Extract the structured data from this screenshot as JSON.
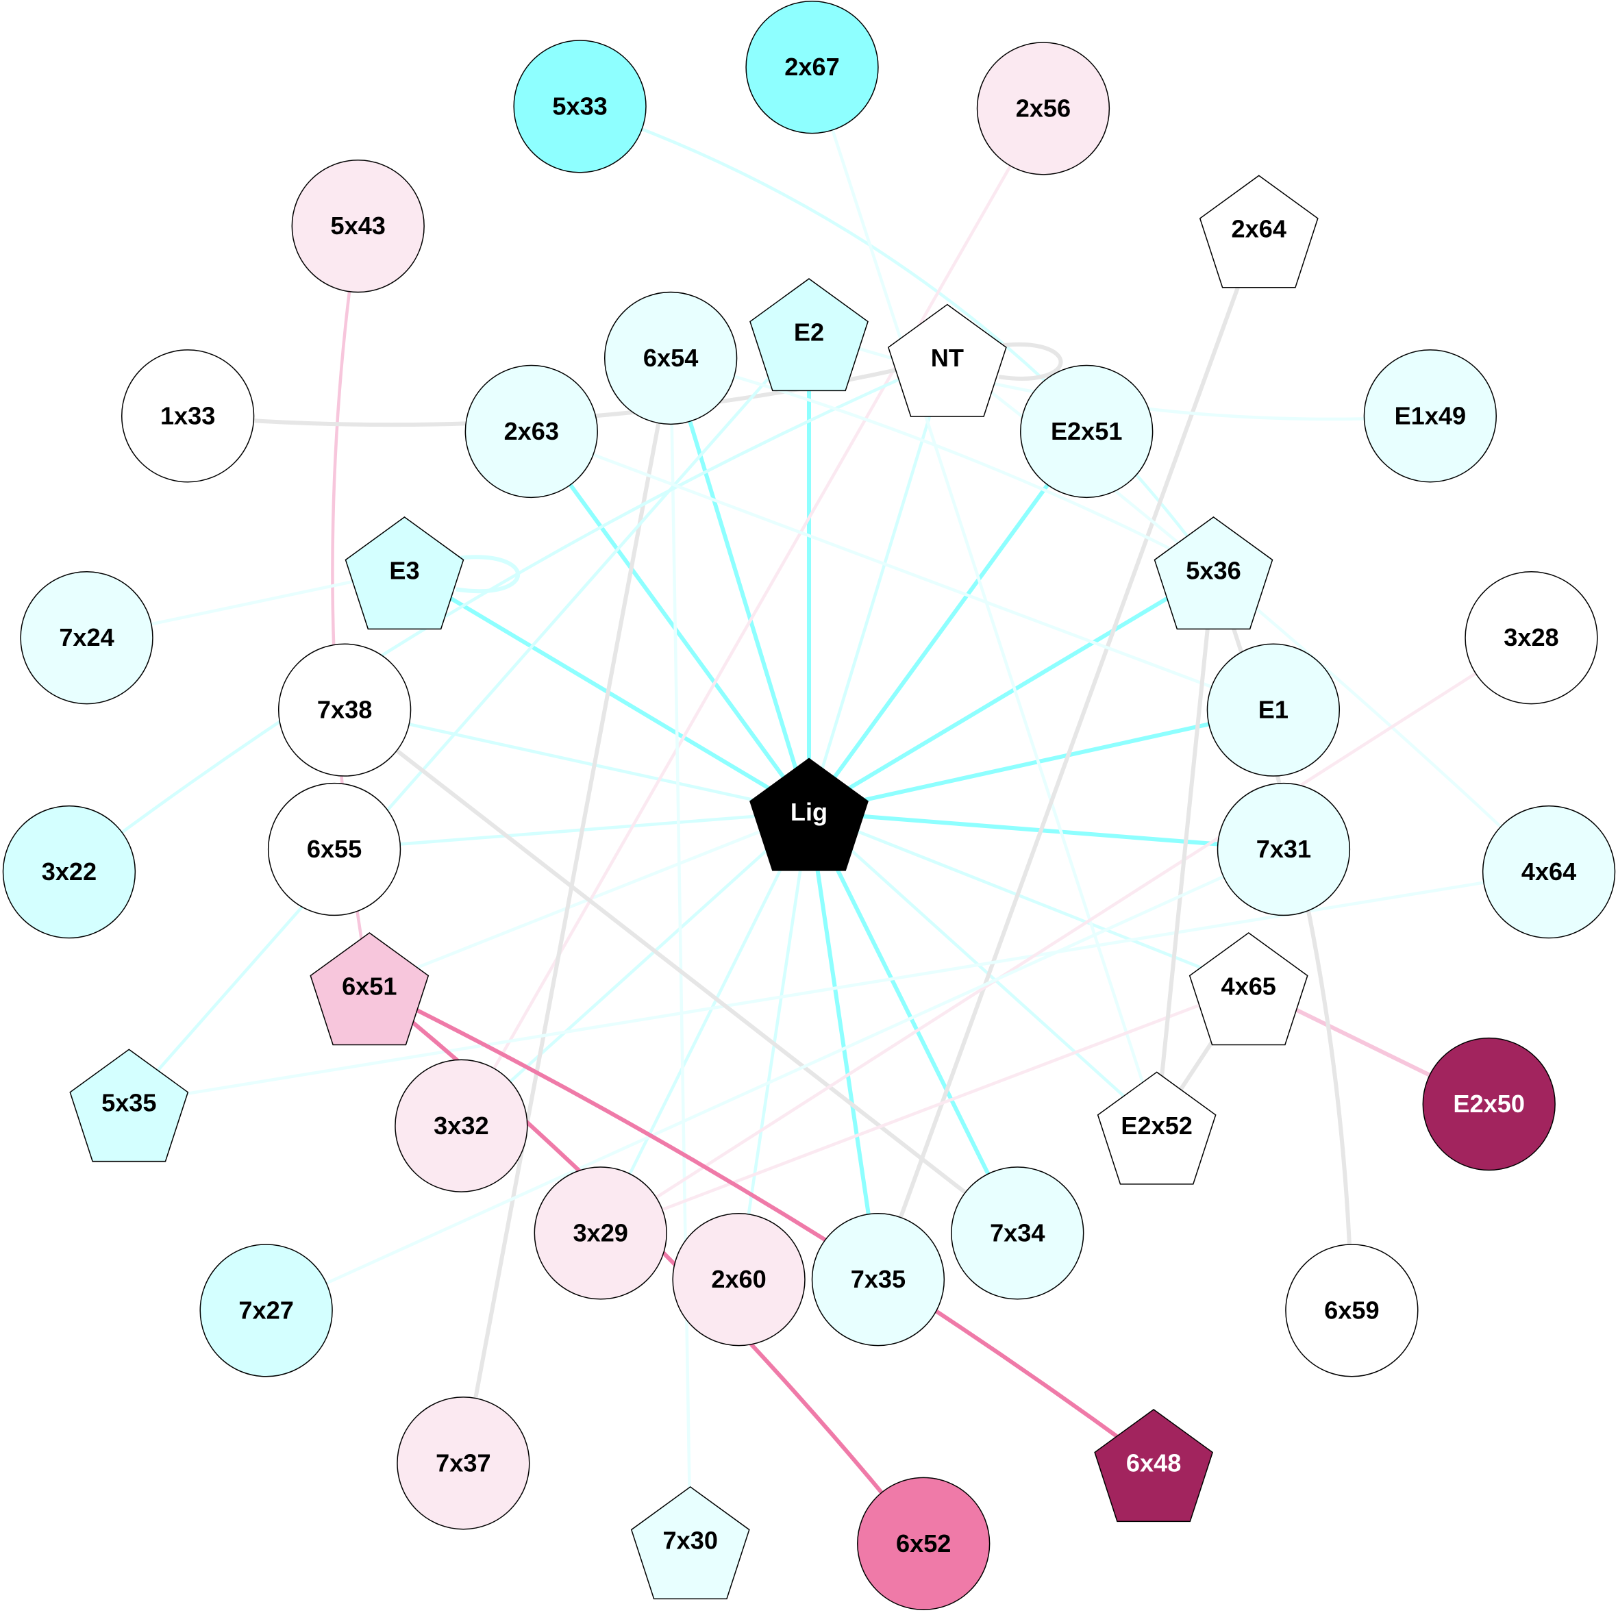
{
  "colors": {
    "strong_cyan": "#8effff",
    "mid_cyan": "#d4ffff",
    "light_cyan": "#e8ffff",
    "gray": "#e6e6e6",
    "light_pink": "#fbe9f1",
    "pink": "#f7c6dc",
    "hot_pink": "#ef7aa8",
    "magenta": "#a2245e"
  },
  "nodes": [
    {
      "id": "Lig",
      "label": "Lig",
      "shape": "pentagon",
      "fill": "#000000",
      "text": "#ffffff"
    },
    {
      "id": "5x33",
      "label": "5x33",
      "shape": "circle",
      "fill": "#8effff",
      "text": "#000000"
    },
    {
      "id": "2x67",
      "label": "2x67",
      "shape": "circle",
      "fill": "#8effff",
      "text": "#000000"
    },
    {
      "id": "2x56",
      "label": "2x56",
      "shape": "circle",
      "fill": "#fbe9f1",
      "text": "#000000"
    },
    {
      "id": "5x43",
      "label": "5x43",
      "shape": "circle",
      "fill": "#fbe9f1",
      "text": "#000000"
    },
    {
      "id": "2x64",
      "label": "2x64",
      "shape": "pentagon",
      "fill": "#ffffff",
      "text": "#000000"
    },
    {
      "id": "6x54",
      "label": "6x54",
      "shape": "circle",
      "fill": "#e8ffff",
      "text": "#000000"
    },
    {
      "id": "E2",
      "label": "E2",
      "shape": "pentagon",
      "fill": "#d4ffff",
      "text": "#000000"
    },
    {
      "id": "NT",
      "label": "NT",
      "shape": "pentagon",
      "fill": "#ffffff",
      "text": "#000000"
    },
    {
      "id": "1x33",
      "label": "1x33",
      "shape": "circle",
      "fill": "#ffffff",
      "text": "#000000"
    },
    {
      "id": "2x63",
      "label": "2x63",
      "shape": "circle",
      "fill": "#e8ffff",
      "text": "#000000"
    },
    {
      "id": "E2x51",
      "label": "E2x51",
      "shape": "circle",
      "fill": "#e8ffff",
      "text": "#000000"
    },
    {
      "id": "E1x49",
      "label": "E1x49",
      "shape": "circle",
      "fill": "#e8ffff",
      "text": "#000000"
    },
    {
      "id": "E3",
      "label": "E3",
      "shape": "pentagon",
      "fill": "#d4ffff",
      "text": "#000000"
    },
    {
      "id": "5x36",
      "label": "5x36",
      "shape": "pentagon",
      "fill": "#e8ffff",
      "text": "#000000"
    },
    {
      "id": "7x24",
      "label": "7x24",
      "shape": "circle",
      "fill": "#e8ffff",
      "text": "#000000"
    },
    {
      "id": "3x28",
      "label": "3x28",
      "shape": "circle",
      "fill": "#ffffff",
      "text": "#000000"
    },
    {
      "id": "7x38",
      "label": "7x38",
      "shape": "circle",
      "fill": "#ffffff",
      "text": "#000000"
    },
    {
      "id": "E1",
      "label": "E1",
      "shape": "circle",
      "fill": "#e8ffff",
      "text": "#000000"
    },
    {
      "id": "3x22",
      "label": "3x22",
      "shape": "circle",
      "fill": "#d4ffff",
      "text": "#000000"
    },
    {
      "id": "6x55",
      "label": "6x55",
      "shape": "circle",
      "fill": "#ffffff",
      "text": "#000000"
    },
    {
      "id": "7x31",
      "label": "7x31",
      "shape": "circle",
      "fill": "#e8ffff",
      "text": "#000000"
    },
    {
      "id": "4x64",
      "label": "4x64",
      "shape": "circle",
      "fill": "#e8ffff",
      "text": "#000000"
    },
    {
      "id": "6x51",
      "label": "6x51",
      "shape": "pentagon",
      "fill": "#f7c6dc",
      "text": "#000000"
    },
    {
      "id": "4x65",
      "label": "4x65",
      "shape": "pentagon",
      "fill": "#ffffff",
      "text": "#000000"
    },
    {
      "id": "5x35",
      "label": "5x35",
      "shape": "pentagon",
      "fill": "#d4ffff",
      "text": "#000000"
    },
    {
      "id": "E2x50",
      "label": "E2x50",
      "shape": "circle",
      "fill": "#a2245e",
      "text": "#ffffff"
    },
    {
      "id": "3x32",
      "label": "3x32",
      "shape": "circle",
      "fill": "#fbe9f1",
      "text": "#000000"
    },
    {
      "id": "E2x52",
      "label": "E2x52",
      "shape": "pentagon",
      "fill": "#ffffff",
      "text": "#000000"
    },
    {
      "id": "3x29",
      "label": "3x29",
      "shape": "circle",
      "fill": "#fbe9f1",
      "text": "#000000"
    },
    {
      "id": "7x34",
      "label": "7x34",
      "shape": "circle",
      "fill": "#e8ffff",
      "text": "#000000"
    },
    {
      "id": "2x60",
      "label": "2x60",
      "shape": "circle",
      "fill": "#fbe9f1",
      "text": "#000000"
    },
    {
      "id": "7x35",
      "label": "7x35",
      "shape": "circle",
      "fill": "#e8ffff",
      "text": "#000000"
    },
    {
      "id": "7x27",
      "label": "7x27",
      "shape": "circle",
      "fill": "#d4ffff",
      "text": "#000000"
    },
    {
      "id": "6x59",
      "label": "6x59",
      "shape": "circle",
      "fill": "#ffffff",
      "text": "#000000"
    },
    {
      "id": "7x37",
      "label": "7x37",
      "shape": "circle",
      "fill": "#fbe9f1",
      "text": "#000000"
    },
    {
      "id": "6x48",
      "label": "6x48",
      "shape": "pentagon",
      "fill": "#a2245e",
      "text": "#ffffff"
    },
    {
      "id": "7x30",
      "label": "7x30",
      "shape": "pentagon",
      "fill": "#e8ffff",
      "text": "#000000"
    },
    {
      "id": "6x52",
      "label": "6x52",
      "shape": "circle",
      "fill": "#ef7aa8",
      "text": "#000000"
    }
  ],
  "edges": [
    {
      "s": "Lig",
      "t": "E2",
      "color": "#8effff",
      "w": 4
    },
    {
      "s": "Lig",
      "t": "6x54",
      "color": "#8effff",
      "w": 4
    },
    {
      "s": "Lig",
      "t": "2x63",
      "color": "#8effff",
      "w": 4
    },
    {
      "s": "Lig",
      "t": "E3",
      "color": "#8effff",
      "w": 4
    },
    {
      "s": "Lig",
      "t": "E2x51",
      "color": "#8effff",
      "w": 4
    },
    {
      "s": "Lig",
      "t": "5x36",
      "color": "#8effff",
      "w": 4
    },
    {
      "s": "Lig",
      "t": "E1",
      "color": "#8effff",
      "w": 4
    },
    {
      "s": "Lig",
      "t": "7x31",
      "color": "#8effff",
      "w": 4
    },
    {
      "s": "Lig",
      "t": "7x34",
      "color": "#8effff",
      "w": 4
    },
    {
      "s": "Lig",
      "t": "7x35",
      "color": "#8effff",
      "w": 4
    },
    {
      "s": "Lig",
      "t": "NT",
      "color": "#d4ffff",
      "w": 3
    },
    {
      "s": "Lig",
      "t": "7x38",
      "color": "#d4ffff",
      "w": 3
    },
    {
      "s": "Lig",
      "t": "6x55",
      "color": "#d4ffff",
      "w": 3
    },
    {
      "s": "Lig",
      "t": "6x51",
      "color": "#e8ffff",
      "w": 3
    },
    {
      "s": "Lig",
      "t": "3x32",
      "color": "#d4ffff",
      "w": 3
    },
    {
      "s": "Lig",
      "t": "3x29",
      "color": "#d4ffff",
      "w": 3
    },
    {
      "s": "Lig",
      "t": "2x60",
      "color": "#d4ffff",
      "w": 3
    },
    {
      "s": "Lig",
      "t": "4x65",
      "color": "#d4ffff",
      "w": 3
    },
    {
      "s": "Lig",
      "t": "E2x52",
      "color": "#d4ffff",
      "w": 3
    },
    {
      "s": "5x33",
      "t": "5x36",
      "color": "#d4ffff",
      "w": 3,
      "bend": -120
    },
    {
      "s": "2x67",
      "t": "E2x52",
      "color": "#e8ffff",
      "w": 3
    },
    {
      "s": "2x56",
      "t": "3x32",
      "color": "#fbe9f1",
      "w": 3
    },
    {
      "s": "5x43",
      "t": "6x51",
      "color": "#f7c6dc",
      "w": 3,
      "bend": 60
    },
    {
      "s": "2x64",
      "t": "7x35",
      "color": "#e6e6e6",
      "w": 4
    },
    {
      "s": "6x54",
      "t": "7x37",
      "color": "#e6e6e6",
      "w": 4
    },
    {
      "s": "6x54",
      "t": "7x30",
      "color": "#e8ffff",
      "w": 3
    },
    {
      "s": "1x33",
      "t": "NT",
      "color": "#e6e6e6",
      "w": 4,
      "bend": 60
    },
    {
      "s": "E1x49",
      "t": "E2",
      "color": "#e8ffff",
      "w": 3,
      "bend": -60
    },
    {
      "s": "7x24",
      "t": "E3",
      "color": "#e8ffff",
      "w": 3
    },
    {
      "s": "3x22",
      "t": "NT",
      "color": "#d4ffff",
      "w": 3,
      "bend": -60
    },
    {
      "s": "5x35",
      "t": "E2",
      "color": "#d4ffff",
      "w": 3
    },
    {
      "s": "5x35",
      "t": "4x64",
      "color": "#e8ffff",
      "w": 3
    },
    {
      "s": "2x63",
      "t": "E1",
      "color": "#e8ffff",
      "w": 3
    },
    {
      "s": "4x64",
      "t": "NT",
      "color": "#e8ffff",
      "w": 3,
      "bend": 20
    },
    {
      "s": "7x38",
      "t": "7x34",
      "color": "#e6e6e6",
      "w": 4
    },
    {
      "s": "3x28",
      "t": "3x29",
      "color": "#fbe9f1",
      "w": 3
    },
    {
      "s": "4x65",
      "t": "3x29",
      "color": "#fbe9f1",
      "w": 3
    },
    {
      "s": "4x65",
      "t": "E2x50",
      "color": "#f7c6dc",
      "w": 4
    },
    {
      "s": "4x65",
      "t": "E2x52",
      "color": "#e6e6e6",
      "w": 4
    },
    {
      "s": "5x36",
      "t": "E2x52",
      "color": "#e6e6e6",
      "w": 4
    },
    {
      "s": "5x36",
      "t": "6x59",
      "color": "#e6e6e6",
      "w": 4,
      "bend": -60
    },
    {
      "s": "7x31",
      "t": "7x27",
      "color": "#e8ffff",
      "w": 3
    },
    {
      "s": "6x51",
      "t": "6x48",
      "color": "#ef7aa8",
      "w": 4,
      "bend": -40
    },
    {
      "s": "6x51",
      "t": "6x52",
      "color": "#ef7aa8",
      "w": 4,
      "bend": -40
    },
    {
      "s": "6x54",
      "t": "5x36",
      "color": "#e8ffff",
      "w": 3,
      "bend": -30
    }
  ],
  "loops": [
    {
      "node": "NT",
      "color": "#e6e6e6"
    },
    {
      "node": "E3",
      "color": "#d4ffff"
    }
  ]
}
